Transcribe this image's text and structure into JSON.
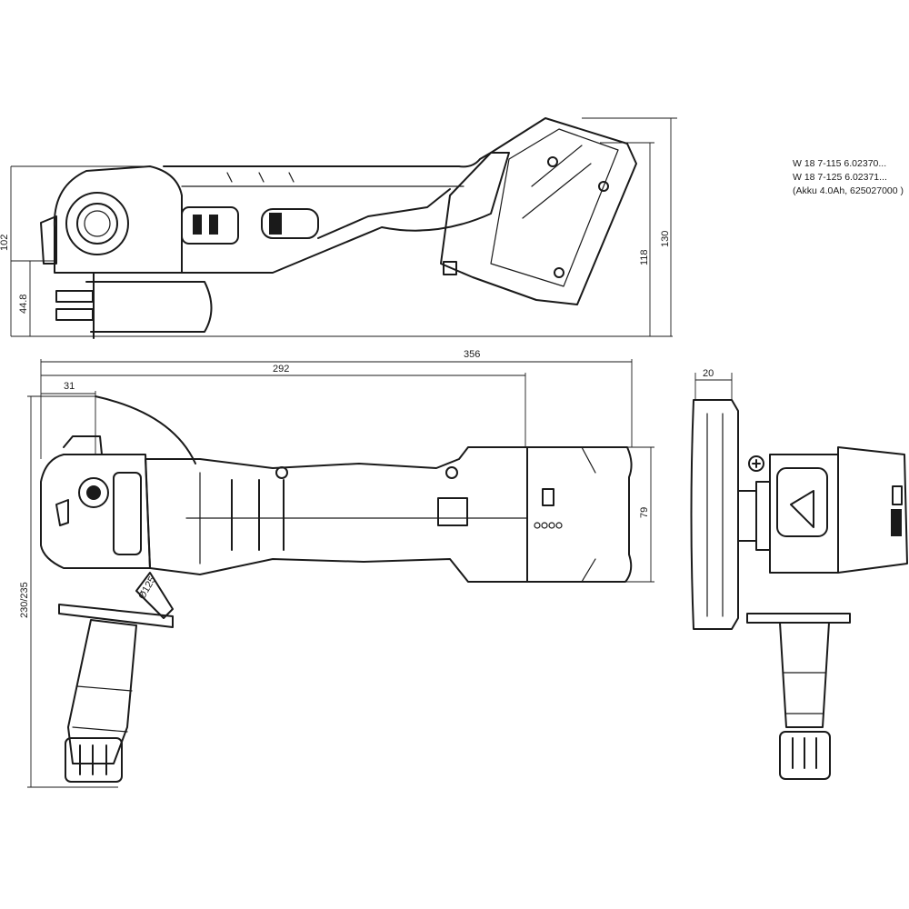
{
  "notes": {
    "line1": "W 18 7-115   6.02370...",
    "line2": "W 18 7-125   6.02371...",
    "line3": "(Akku 4.0Ah, 625027000 )"
  },
  "dimensions": {
    "top_view_height_102": "102",
    "top_view_height_44_8": "44.8",
    "top_view_height_118": "118",
    "top_view_height_130": "130",
    "length_356": "356",
    "length_292": "292",
    "offset_31": "31",
    "side_height_79": "79",
    "width_230_235": "230/235",
    "disc_thickness_20": "20"
  },
  "markings": {
    "guard_label": "Ø125"
  }
}
